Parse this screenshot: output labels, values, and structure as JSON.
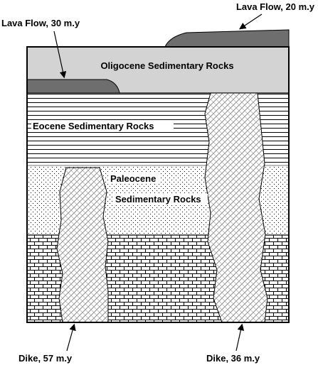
{
  "labels": {
    "lava_flow_30": "Lava Flow, 30 m.y",
    "lava_flow_20": "Lava Flow, 20 m.y",
    "oligocene": "Oligocene Sedimentary Rocks",
    "eocene": "Eocene Sedimentary Rocks",
    "paleocene_line1": "Paleocene",
    "paleocene_line2": "Sedimentary Rocks",
    "dike_57": "Dike, 57 m.y",
    "dike_36": "Dike,  36 m.y"
  },
  "colors": {
    "oligocene_fill": "#d3d3d3",
    "lava_fill": "#6e6e6e",
    "outline": "#000000",
    "background": "#ffffff"
  }
}
